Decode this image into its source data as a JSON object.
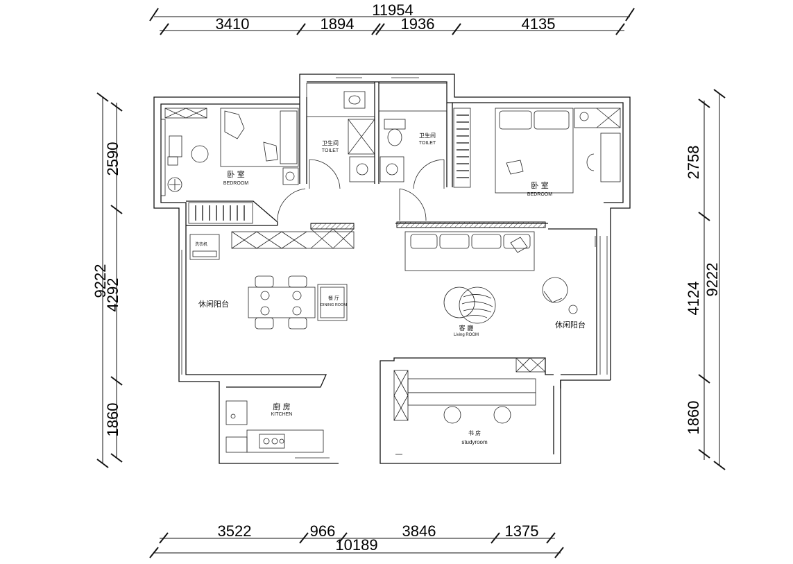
{
  "dimensions": {
    "top_total": "11954",
    "top_segments": [
      "3410",
      "1894",
      "1936",
      "4135"
    ],
    "bottom_total": "10189",
    "bottom_segments": [
      "3522",
      "966",
      "3846",
      "1375"
    ],
    "left_total": "9222",
    "left_segments": [
      "2590",
      "4292",
      "1860"
    ],
    "right_total": "9222",
    "right_segments": [
      "2758",
      "4124",
      "1860"
    ]
  },
  "rooms": {
    "bedroom_left": {
      "cn": "卧 室",
      "en": "BEDROOM"
    },
    "bedroom_right": {
      "cn": "卧 室",
      "en": "BEDROOM"
    },
    "toilet_left": {
      "cn": "卫生间",
      "en": "TOILET"
    },
    "toilet_right": {
      "cn": "卫生间",
      "en": "TOILET"
    },
    "balcony_left": {
      "cn": "休闲阳台"
    },
    "balcony_right": {
      "cn": "休闲阳台"
    },
    "dining": {
      "cn": "餐 厅",
      "en": "DINING ROOM"
    },
    "living": {
      "cn": "客 廳",
      "en": "Living ROOM"
    },
    "kitchen": {
      "cn": "廚 房",
      "en": "KITCHEN"
    },
    "study": {
      "cn": "书 房",
      "en": "studyroom"
    },
    "washer": {
      "cn": "洗衣机"
    }
  },
  "colors": {
    "line": "#111111",
    "background": "#ffffff"
  }
}
